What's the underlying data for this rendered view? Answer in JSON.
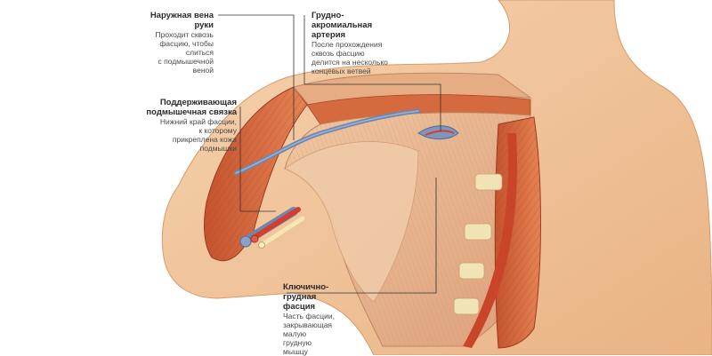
{
  "labels": {
    "cephalic_vein": {
      "title": "Наружная вена\nруки",
      "description": "Проходит сквозь\nфасцию, чтобы\nслиться\nс подмышечной\nвеной"
    },
    "thoracoacromial_artery": {
      "title": "Грудно-\nакромиальная\nартерия",
      "description": "После прохождения\nсквозь фасцию\nделится на несколько\nконцевых ветвей"
    },
    "suspensory_ligament": {
      "title": "Поддерживающая\nподмышечная связка",
      "description": "Нижний край фасции,\nк которому\nприкреплена кожа\nподмышки"
    },
    "clavipectoral_fascia": {
      "title": "Ключично-\nгрудная\nфасция",
      "description": "Часть фасции,\nзакрывающая\nмалую\nгрудную\nмышцу"
    }
  },
  "colors": {
    "skin": "#f2c59a",
    "skin_shadow": "#e3a878",
    "muscle": "#d9693e",
    "muscle_dark": "#b8482a",
    "fascia": "#e9b48e",
    "fascia_light": "#f3d0b0",
    "vein": "#6f86b0",
    "artery": "#d04030",
    "nerve": "#f4e7b2",
    "leader_line": "#333333"
  }
}
